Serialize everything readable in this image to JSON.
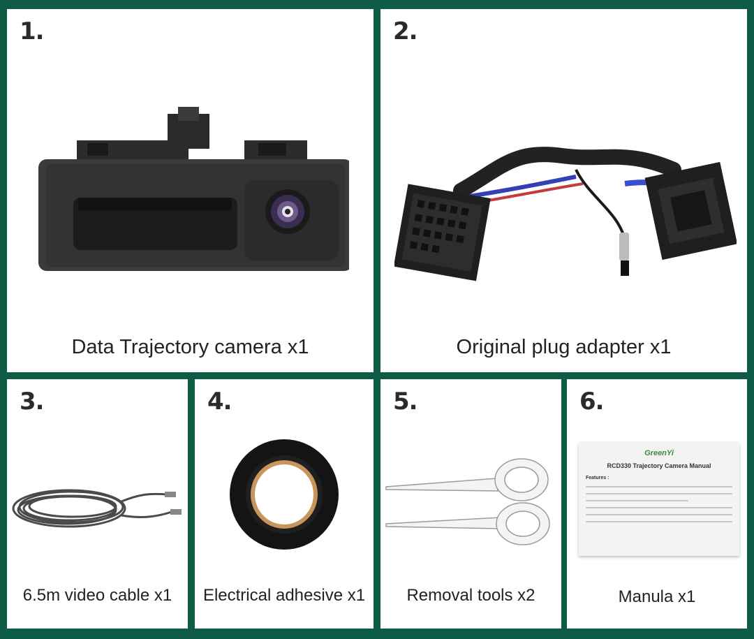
{
  "panels": [
    {
      "number": "1.",
      "caption": "Data Trajectory camera x1",
      "image": "camera-handle-image"
    },
    {
      "number": "2.",
      "caption": "Original plug adapter x1",
      "image": "plug-adapter-image"
    },
    {
      "number": "3.",
      "caption": "6.5m video cable x1",
      "image": "video-cable-image"
    },
    {
      "number": "4.",
      "caption": "Electrical adhesive x1",
      "image": "tape-roll-image"
    },
    {
      "number": "5.",
      "caption": "Removal tools x2",
      "image": "removal-tools-image"
    },
    {
      "number": "6.",
      "caption": "Manula x1",
      "image": "manual-image"
    }
  ],
  "manual": {
    "brand": "GreenYi",
    "title": "RCD330 Trajectory Camera Manual",
    "features_label": "Features :"
  },
  "colors": {
    "frame": "#0e5c45",
    "panel": "#ffffff",
    "text": "#222222",
    "brand_green": "#3d8a3a"
  }
}
